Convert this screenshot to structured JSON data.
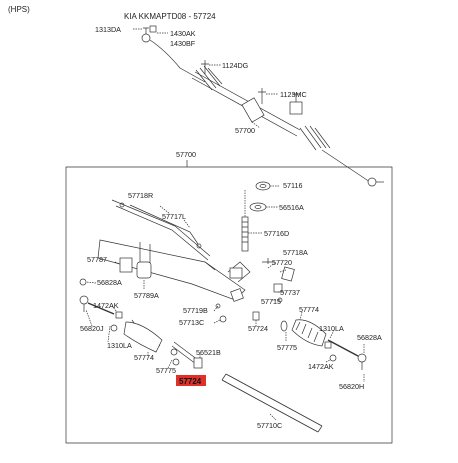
{
  "header": {
    "variant": "(HPS)",
    "reference": "KIA KKMAPTD08 - 57724"
  },
  "highlight": {
    "part": "57724",
    "color": "#e0302a"
  },
  "overview": {
    "labels": [
      "1313DA",
      "1430AK",
      "1430BF",
      "1124DG",
      "1123MC",
      "57700"
    ]
  },
  "detail": {
    "title": "57700",
    "labels": [
      "57116",
      "56516A",
      "57716D",
      "57718R",
      "57717L",
      "57718A",
      "57720",
      "57787",
      "56828A",
      "1472AK",
      "57789A",
      "57737",
      "57715",
      "57719B",
      "57713C",
      "57724",
      "57774",
      "56820J",
      "1310LA",
      "56521B",
      "57775",
      "56828A",
      "56820H",
      "1472AK",
      "57710C"
    ],
    "highlighted_label": "57724"
  }
}
